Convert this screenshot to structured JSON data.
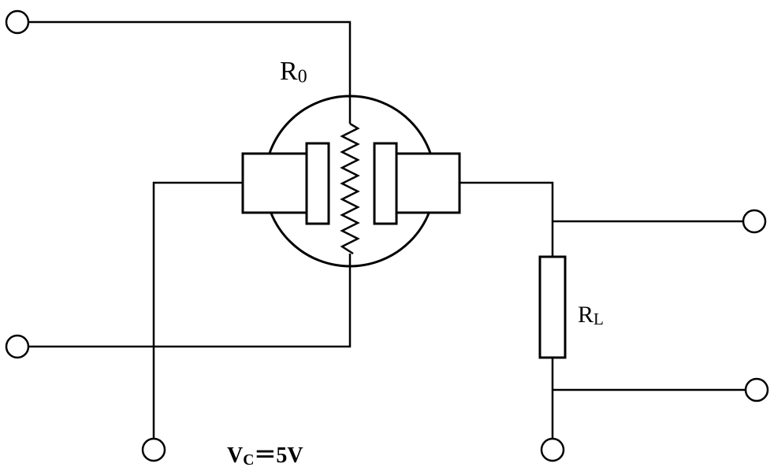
{
  "labels": {
    "r0": {
      "main": "R",
      "sub": "0"
    },
    "rl": {
      "main": "R",
      "sub": "L"
    },
    "vc": {
      "main": "V",
      "sub": "C",
      "rest": "＝5V"
    }
  },
  "colors": {
    "line": "#000000",
    "background": "#ffffff"
  }
}
